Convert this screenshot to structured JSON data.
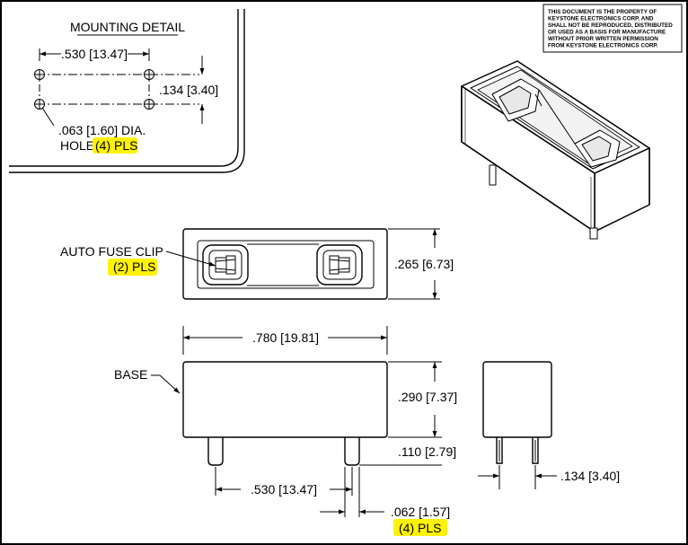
{
  "mounting_detail": {
    "title": "MOUNTING DETAIL",
    "dim_spacing": ".530 [13.47]",
    "dim_row_spacing": ".134 [3.40]",
    "hole_dia": ".063 [1.60] DIA.",
    "hole_label": "HOLE",
    "hole_count": "(4) PLS"
  },
  "notice": {
    "lines": [
      "THIS DOCUMENT IS THE PROPERTY OF",
      "KEYSTONE ELECTRONICS CORP. AND",
      "SHALL NOT BE REPRODUCED, DISTRIBUTED",
      "OR USED AS A BASIS FOR MANUFACTURE",
      "WITHOUT PRIOR WRITTEN PERMISSION",
      "FROM KEYSTONE ELECTRONICS CORP."
    ]
  },
  "top_view": {
    "clip_label": "AUTO FUSE CLIP",
    "clip_count": "(2) PLS",
    "dim_width": ".265 [6.73]"
  },
  "front_view": {
    "dim_length": ".780 [19.81]",
    "base_label": "BASE",
    "dim_height": ".290 [7.37]",
    "dim_pin_length": ".110 [2.79]",
    "dim_pin_spacing": ".530 [13.47]",
    "dim_pin_width": ".062 [1.57]",
    "pin_count": "(4) PLS"
  },
  "side_view": {
    "dim_pin_gap": ".134 [3.40]"
  }
}
